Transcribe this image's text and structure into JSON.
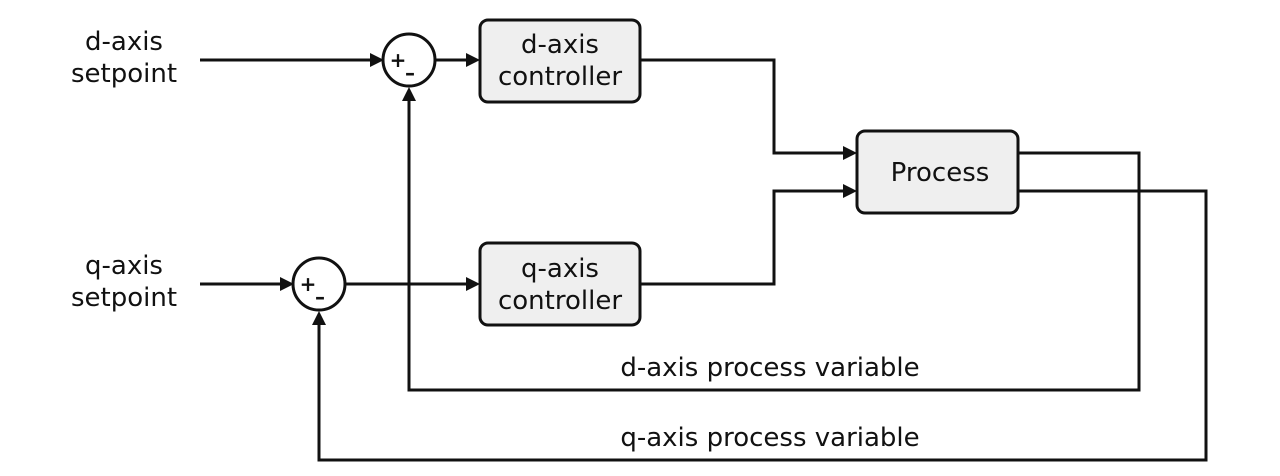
{
  "inputs": {
    "d": [
      "d-axis",
      "setpoint"
    ],
    "q": [
      "q-axis",
      "setpoint"
    ]
  },
  "blocks": {
    "d_controller": [
      "d-axis",
      "controller"
    ],
    "q_controller": [
      "q-axis",
      "controller"
    ],
    "process": "Process"
  },
  "summing_junction": {
    "plus": "+",
    "minus": "–"
  },
  "feedback": {
    "d": "d-axis process variable",
    "q": "q-axis process variable"
  },
  "colors": {
    "line": "#111111",
    "block_fill": "#efefef",
    "background": "#ffffff"
  }
}
